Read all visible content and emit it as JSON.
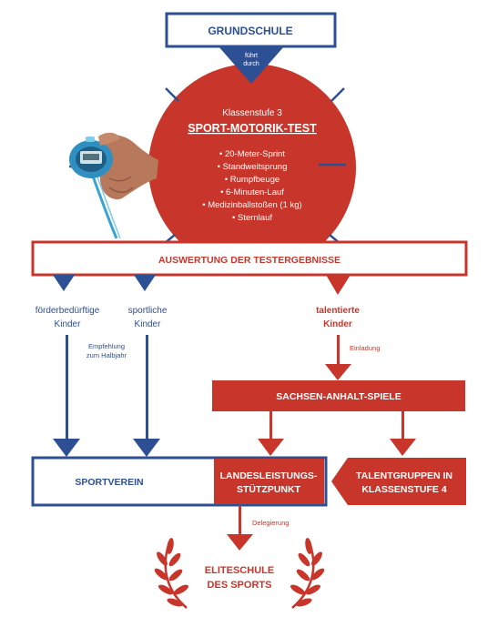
{
  "colors": {
    "blue": "#2d4f93",
    "red": "#c8362b",
    "white": "#ffffff"
  },
  "top_box": {
    "label": "GRUNDSCHULE"
  },
  "connector_top": {
    "line1": "führt",
    "line2": "durch"
  },
  "test_circle": {
    "subtitle": "Klassenstufe 3",
    "title": "SPORT-MOTORIK-TEST",
    "items": [
      "• 20-Meter-Sprint",
      "• Standweitsprung",
      "• Rumpfbeuge",
      "• 6-Minuten-Lauf",
      "• Medizinballstoßen (1 kg)",
      "• Sternlauf"
    ]
  },
  "stopwatch": {
    "icon": "stopwatch-in-hand-icon"
  },
  "evaluation_bar": {
    "label": "AUSWERTUNG DER TESTERGEBNISSE"
  },
  "groups": {
    "foerder": {
      "line1": "förderbedürftige",
      "line2": "Kinder"
    },
    "sport": {
      "line1": "sportliche",
      "line2": "Kinder"
    },
    "talent": {
      "line1": "talentierte",
      "line2": "Kinder"
    }
  },
  "notes": {
    "empfehlung_line1": "Empfehlung",
    "empfehlung_line2": "zum Halbjahr",
    "einladung": "Einladung",
    "delegierung": "Delegierung"
  },
  "sachsen_bar": {
    "label": "SACHSEN-ANHALT-SPIELE"
  },
  "sportverein": {
    "label": "SPORTVEREIN"
  },
  "landesleistung": {
    "line1": "LANDESLEISTUNGS-",
    "line2": "STÜTZPUNKT"
  },
  "talentgruppen": {
    "line1": "TALENTGRUPPEN IN",
    "line2": "KLASSENSTUFE 4"
  },
  "eliteschule": {
    "line1": "ELITESCHULE",
    "line2": "DES SPORTS",
    "icon": "laurel-wreath-icon"
  }
}
